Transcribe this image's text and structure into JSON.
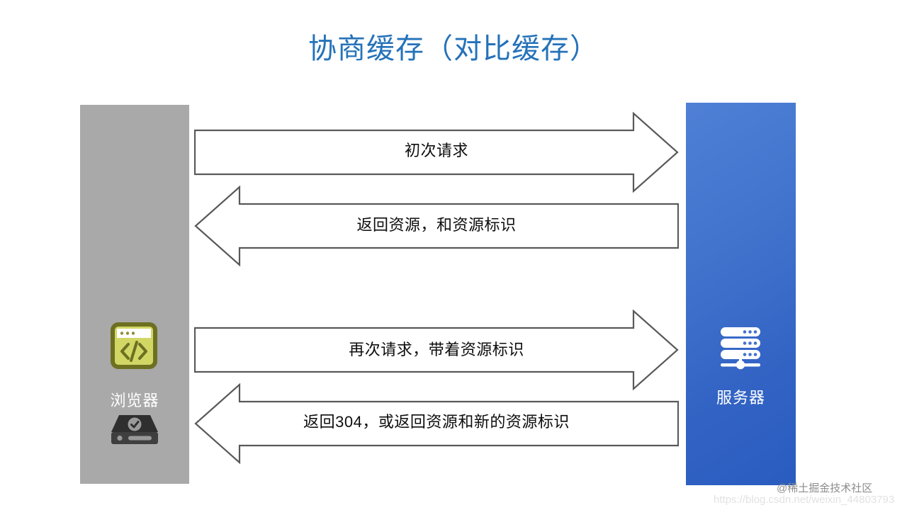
{
  "slide": {
    "title": "协商缓存（对比缓存）",
    "title_color": "#2572b9",
    "background": "#ffffff"
  },
  "browser": {
    "label": "浏览器",
    "column_color": "#a9a9a9",
    "icons": [
      {
        "name": "code-window-icon",
        "border_color": "#6d6f21",
        "fill_color": "#d2d665"
      },
      {
        "name": "hard-disk-check-icon",
        "color": "#3a3a3a"
      }
    ]
  },
  "server": {
    "label": "服务器",
    "column_color_top": "#4f80d6",
    "column_color_bottom": "#2a5cc0",
    "icons": [
      {
        "name": "server-rack-icon",
        "color": "#ffffff"
      }
    ]
  },
  "arrows": [
    {
      "label": "初次请求",
      "direction": "right",
      "stroke": "#595959",
      "fill": "#ffffff"
    },
    {
      "label": "返回资源，和资源标识",
      "direction": "left",
      "stroke": "#595959",
      "fill": "#ffffff"
    },
    {
      "label": "再次请求，带着资源标识",
      "direction": "right",
      "stroke": "#595959",
      "fill": "#ffffff"
    },
    {
      "label": "返回304，或返回资源和新的资源标识",
      "direction": "left",
      "stroke": "#595959",
      "fill": "#ffffff"
    }
  ],
  "watermark": {
    "brand": "@稀土掘金技术社区",
    "url": "https://blog.csdn.net/weixin_44803793"
  }
}
